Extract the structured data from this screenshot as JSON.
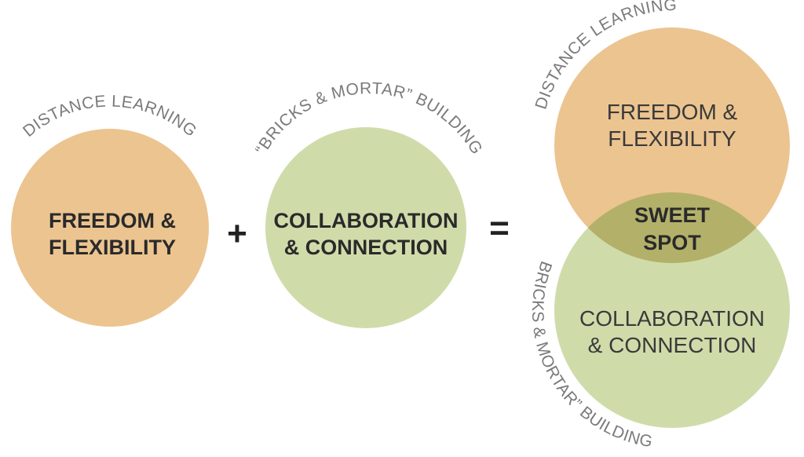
{
  "colors": {
    "orange": "#ecc490",
    "green": "#cfdcaa",
    "overlap": "#b3b06a"
  },
  "left_circle": {
    "arc_label": "DISTANCE LEARNING",
    "line1": "FREEDOM &",
    "line2": "FLEXIBILITY"
  },
  "plus_sign": "+",
  "middle_circle": {
    "arc_label": "“BRICKS & MORTAR” BUILDING",
    "line1": "COLLABORATION",
    "line2": "& CONNECTION"
  },
  "equals_sign": "=",
  "venn": {
    "top_arc_label": "DISTANCE LEARNING",
    "top_line1": "FREEDOM &",
    "top_line2": "FLEXIBILITY",
    "overlap_line1": "SWEET",
    "overlap_line2": "SPOT",
    "bottom_arc_label": "“BRICKS & MORTAR” BUILDING",
    "bottom_line1": "COLLABORATION",
    "bottom_line2": "& CONNECTION"
  }
}
